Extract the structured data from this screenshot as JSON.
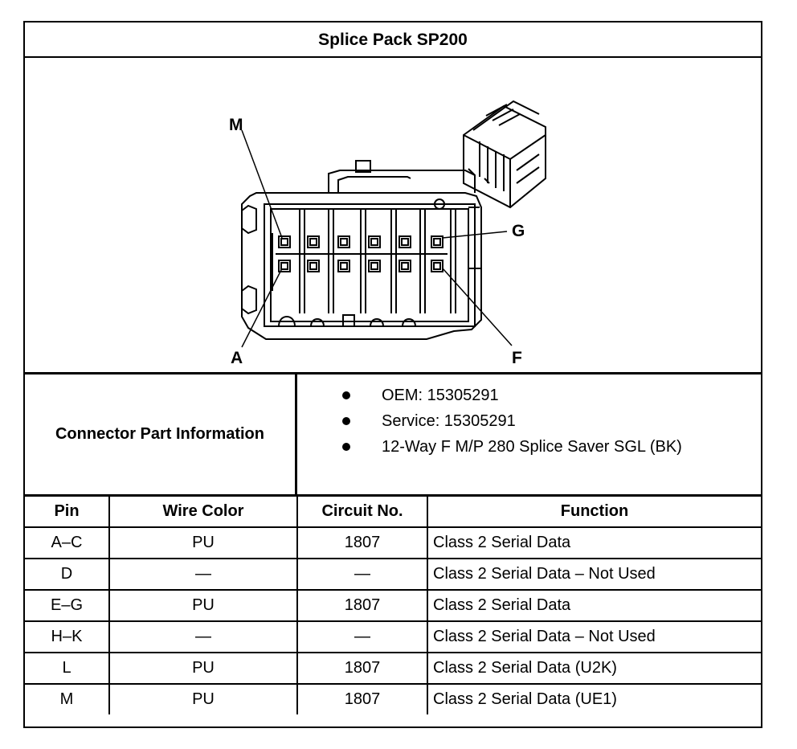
{
  "title": "Splice Pack SP200",
  "figure": {
    "callouts": {
      "m": "M",
      "g": "G",
      "a": "A",
      "f": "F"
    }
  },
  "connector_info": {
    "label": "Connector Part Information",
    "items": [
      "OEM: 15305291",
      "Service: 15305291",
      "12-Way F M/P 280 Splice Saver SGL (BK)"
    ]
  },
  "table": {
    "headers": [
      "Pin",
      "Wire Color",
      "Circuit No.",
      "Function"
    ],
    "rows": [
      [
        "A–C",
        "PU",
        "1807",
        "Class 2 Serial Data"
      ],
      [
        "D",
        "—",
        "—",
        "Class 2 Serial Data – Not Used"
      ],
      [
        "E–G",
        "PU",
        "1807",
        "Class 2 Serial Data"
      ],
      [
        "H–K",
        "—",
        "—",
        "Class 2 Serial Data – Not Used"
      ],
      [
        "L",
        "PU",
        "1807",
        "Class 2 Serial Data (U2K)"
      ],
      [
        "M",
        "PU",
        "1807",
        "Class 2 Serial Data (UE1)"
      ]
    ]
  }
}
